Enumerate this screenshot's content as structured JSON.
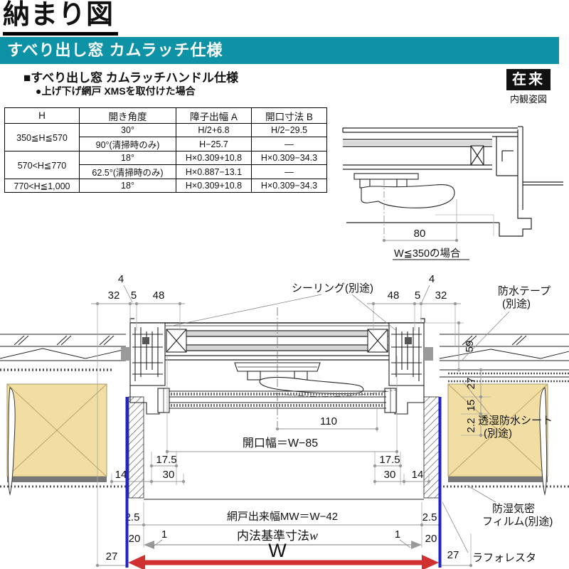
{
  "header": {
    "page_title": "納まり図",
    "banner": "すべり出し窓 カムラッチ仕様",
    "section": "■すべり出し窓 カムラッチハンドル仕様",
    "subsection": "●上げ下げ網戸 XMSを取付けた場合",
    "badge": "在来",
    "badge_caption": "内観姿図"
  },
  "table": {
    "headers": [
      "H",
      "開き角度",
      "障子出幅 A",
      "開口寸法 B"
    ],
    "rows": [
      {
        "h": "350≦H≦570",
        "angle": "30°",
        "a": "H/2+6.8",
        "b": "H/2−29.5"
      },
      {
        "angle": "90°(清掃時のみ)",
        "a": "H−25.7",
        "b": "—"
      },
      {
        "h": "570<H≦770",
        "angle": "18°",
        "a": "H×0.309+10.8",
        "b": "H×0.309−34.3"
      },
      {
        "angle": "62.5°(清掃時のみ)",
        "a": "H×0.887−13.1",
        "b": "—"
      },
      {
        "h": "770<H≦1,000",
        "angle": "18°",
        "a": "H×0.309+10.8",
        "b": "H×0.309−34.3"
      }
    ]
  },
  "right_fig": {
    "dim80": "80",
    "case": "W≦350の場合"
  },
  "fig": {
    "dims": {
      "d4": "4",
      "d32": "32",
      "d5": "5",
      "d48": "48",
      "d59": "59",
      "d27": "27",
      "d15": "15",
      "d22": "2.2",
      "d110": "110",
      "d175": "17.5",
      "d14": "14",
      "d30": "30",
      "d25": "2.5",
      "d20": "20",
      "d1": "1",
      "dW": "W"
    },
    "labels": {
      "sealing": "シーリング(別途)",
      "tape1": "防水テープ",
      "tape2": "(別途)",
      "sheet1": "透湿防水シート",
      "sheet2": "(別途)",
      "film1": "防湿気密",
      "film2": "フィルム(別途)",
      "laforesta": "ラフォレスタ",
      "opening": "開口幅＝W−85",
      "screen": "網戸出来幅MW＝W−42",
      "naiho": "内法基準寸法",
      "naiho_w": "w"
    }
  },
  "colors": {
    "banner_teal": "#0E92A5",
    "opening_line_blue": "#1E22CF",
    "w_arrow_red": "#D03030",
    "wood_fill": "#F2DEA3"
  }
}
